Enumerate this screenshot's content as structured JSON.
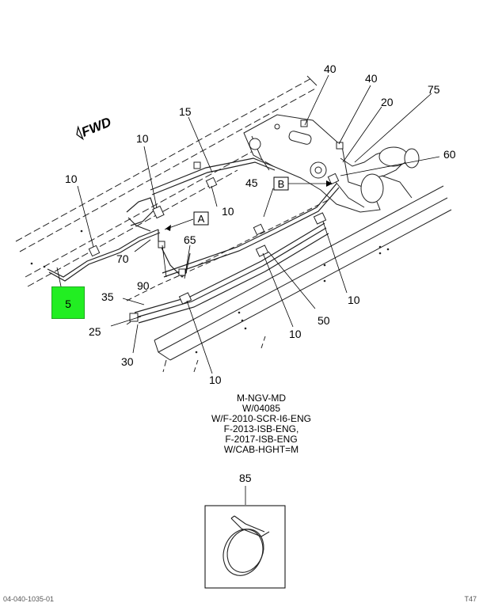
{
  "fwd_label": "FWD",
  "callouts": {
    "c40a": "40",
    "c40b": "40",
    "c75": "75",
    "c20": "20",
    "c15": "15",
    "c60": "60",
    "c10_top": "10",
    "c10_left": "10",
    "c10_mid": "10",
    "c10_right": "10",
    "c10_bottom_mid": "10",
    "c10_bottom": "10",
    "c45": "45",
    "c65": "65",
    "c70": "70",
    "c90": "90",
    "c35": "35",
    "c25": "25",
    "c30": "30",
    "c50": "50",
    "c85": "85",
    "c5": "5"
  },
  "refs": {
    "a": "A",
    "b": "B"
  },
  "notes": [
    "M-NGV-MD",
    "W/04085",
    "W/F-2010-SCR-I6-ENG",
    "F-2013-ISB-ENG,",
    "F-2017-ISB-ENG",
    "W/CAB-HGHT=M"
  ],
  "footer": {
    "left": "04-040-1035-01",
    "right": "T47"
  }
}
